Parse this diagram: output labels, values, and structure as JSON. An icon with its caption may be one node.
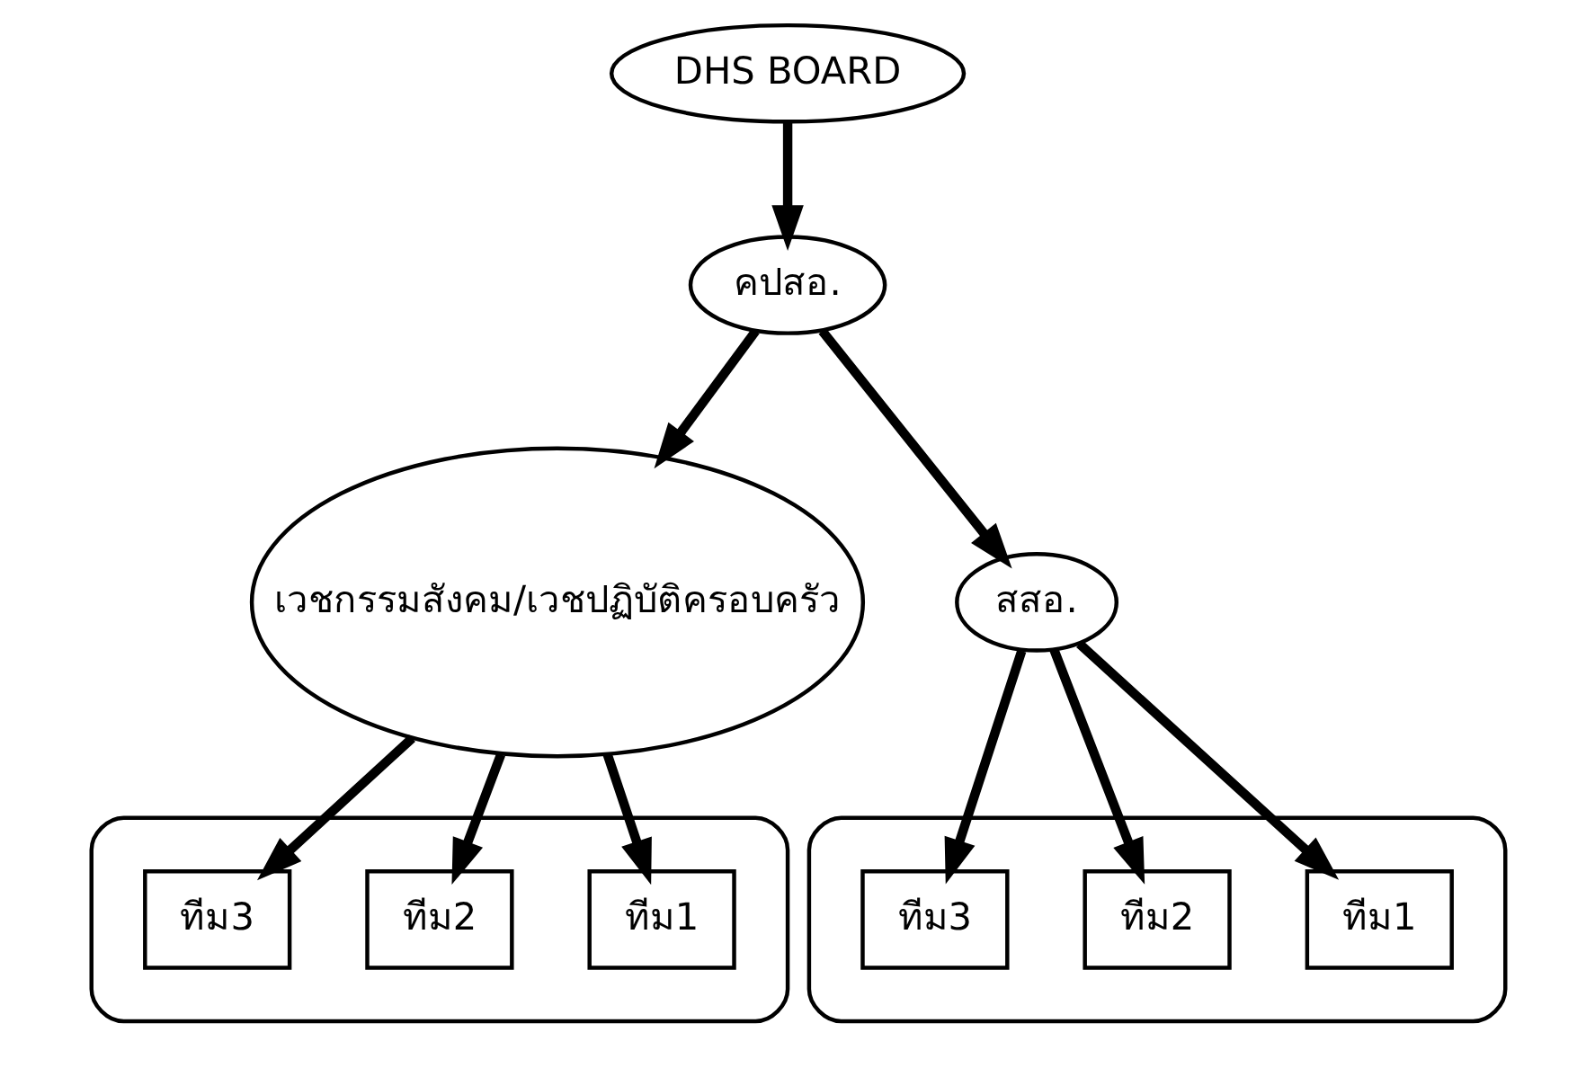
{
  "diagram": {
    "nodes": [
      {
        "text": [
          "DHS BOARD"
        ]
      },
      {
        "text": [
          "คปสอ."
        ]
      },
      {
        "text": [
          "เวชกรรมสังคม/เวชปฏิบัติครอบครัว"
        ]
      },
      {
        "text": [
          "สสอ."
        ]
      },
      {
        "text": [],
        "shape": "ellipse"
      },
      {
        "text": [
          "ทีม1"
        ],
        "in": 4
      },
      {
        "text": [
          "ทีม2"
        ],
        "in": 4
      },
      {
        "text": [
          "ทีม3"
        ],
        "in": 4
      },
      {
        "text": [],
        "shape": "ellipse"
      },
      {
        "text": [
          "ทีม1"
        ],
        "in": 8
      },
      {
        "text": [
          "ทีม2"
        ],
        "in": 8
      },
      {
        "text": [
          "ทีม3"
        ],
        "in": 8
      }
    ],
    "edges": [
      {
        "from": 0,
        "to": 1,
        "arrow": "to"
      },
      {
        "from": 1,
        "to": 2,
        "arrow": "to"
      },
      {
        "from": 1,
        "to": 3,
        "arrow": "to"
      },
      {
        "from": 2,
        "to": 5,
        "arrow": "to"
      },
      {
        "from": 2,
        "to": 6,
        "arrow": "to"
      },
      {
        "from": 2,
        "to": 7,
        "arrow": "to"
      },
      {
        "from": 3,
        "to": 9,
        "arrow": "to"
      },
      {
        "from": 3,
        "to": 10,
        "arrow": "to"
      },
      {
        "from": 3,
        "to": 11,
        "arrow": "to"
      }
    ]
  }
}
